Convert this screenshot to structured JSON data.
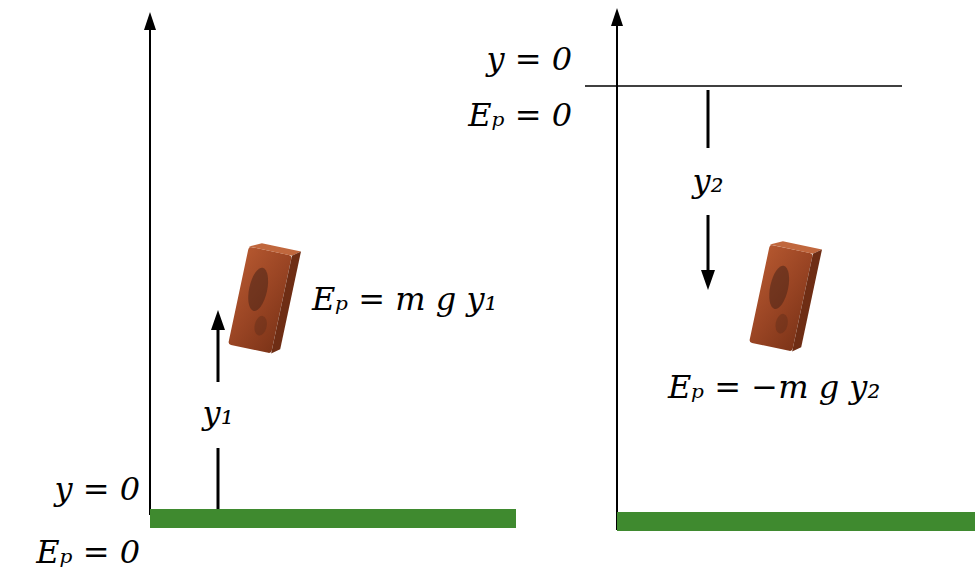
{
  "diagram": {
    "labels": [
      "y = 0",
      "Eₚ = 0",
      "y₁",
      "Eₚ = m g y₁",
      "y = 0",
      "Eₚ = 0",
      "y₂",
      "Eₚ = −m g y₂"
    ]
  }
}
